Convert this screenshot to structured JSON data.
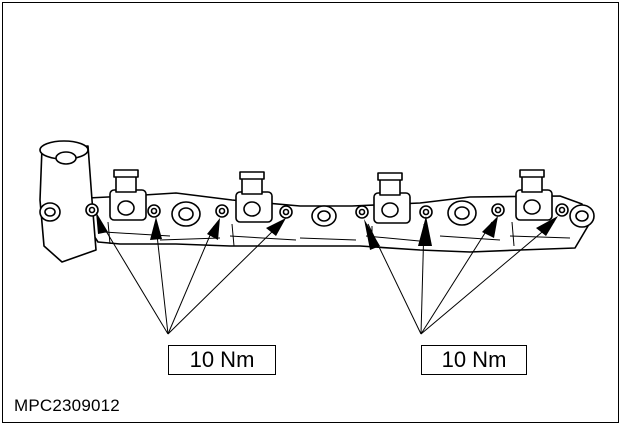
{
  "diagram": {
    "torque_left": "10 Nm",
    "torque_right": "10 Nm",
    "reference_code": "MPC2309012"
  },
  "colors": {
    "line": "#000000",
    "background": "#ffffff"
  }
}
